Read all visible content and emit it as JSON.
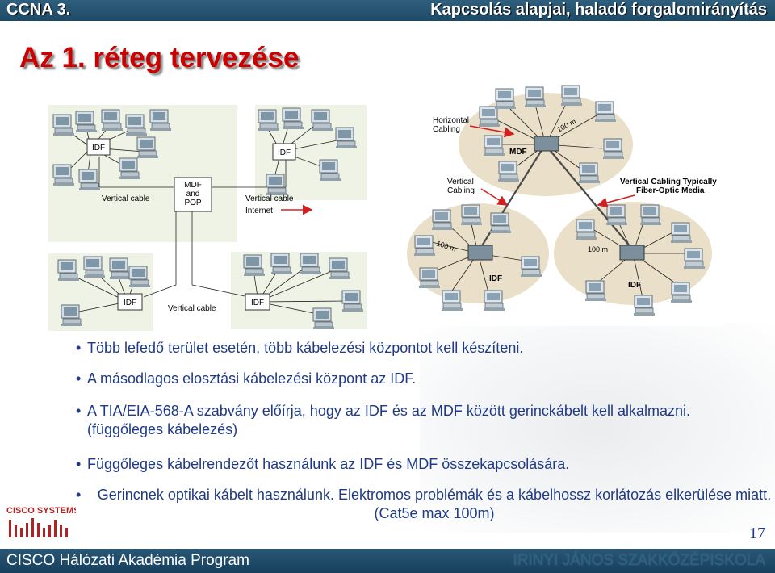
{
  "header": {
    "course": "CCNA 3.",
    "subject": "Kapcsolás alapjai, haladó forgalomirányítás"
  },
  "title": "Az 1. réteg tervezése",
  "diagram_left": {
    "idf_label": "IDF",
    "mdf_label": "MDF",
    "and_label": "and",
    "pop_label": "POP",
    "vertical_cable": "Vertical cable",
    "internet": "Internet"
  },
  "diagram_right": {
    "horizontal_cabling_1": "Horizontal",
    "horizontal_cabling_2": "Cabling",
    "vertical_cabling_1": "Vertical",
    "vertical_cabling_2": "Cabling",
    "fiber_1": "Vertical Cabling Typically",
    "fiber_2": "Fiber-Optic Media",
    "mdf": "MDF",
    "idf": "IDF",
    "distance": "100 m"
  },
  "bullets": [
    "Több lefedő terület esetén, több kábelezési központot kell készíteni.",
    "A másodlagos elosztási kábelezési központ az IDF.",
    "A TIA/EIA-568-A szabvány előírja, hogy az IDF és az MDF között gerinckábelt kell alkalmazni. (függőleges kábelezés)",
    "Függőleges kábelrendezőt használunk az IDF és MDF összekapcsolására.",
    "Gerincnek optikai kábelt használunk. Elektromos problémák és a kábelhossz korlátozás elkerülése miatt. (Cat5e max 100m)"
  ],
  "page_number": "17",
  "logo": {
    "text": "CISCO SYSTEMS"
  },
  "footer": {
    "academy": "CISCO Hálózati Akadémia Program",
    "school": "IRINYI JÁNOS SZAKKÖZÉPISKOLA"
  },
  "colors": {
    "title": "#cc0000",
    "bullet_text": "#1f3a88",
    "bar": "#1d4a66",
    "panel_bg": "#eef3e6",
    "arrow": "#d22020"
  }
}
